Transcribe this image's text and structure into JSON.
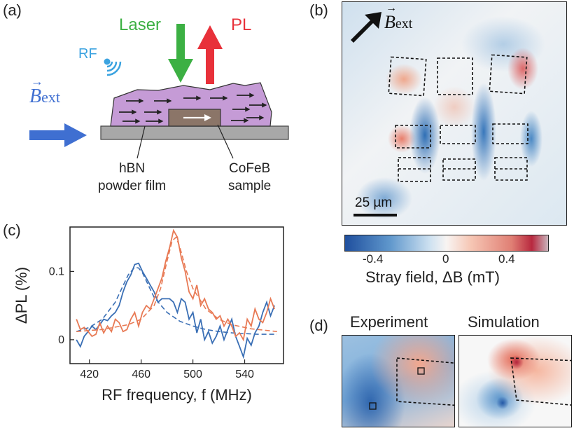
{
  "panels": {
    "a": {
      "label": "(a)",
      "laser": "Laser",
      "pl": "PL",
      "rf": "RF",
      "b_ext": "B",
      "b_ext_sub": "ext",
      "hbn_line1": "hBN",
      "hbn_line2": "powder film",
      "cofeb_line1": "CoFeB",
      "cofeb_line2": "sample",
      "colors": {
        "laser": "#3cb043",
        "pl": "#e8313a",
        "rf": "#3ba3e0",
        "bext": "#3f6fd1",
        "film": "#c59bd6",
        "sample": "#8b7568",
        "substrate": "#a8a8a8"
      }
    },
    "b": {
      "label": "(b)",
      "b_ext": "B",
      "b_ext_sub": "ext",
      "scalebar": "25 µm",
      "colorbar": {
        "ticks": [
          "-0.4",
          "0",
          "0.4"
        ],
        "title": "Stray field, ΔB (mT)"
      }
    },
    "c": {
      "label": "(c)"
    },
    "d": {
      "label": "(d)",
      "experiment": "Experiment",
      "simulation": "Simulation"
    }
  },
  "chart_data": {
    "type": "line",
    "xlabel": "RF frequency, f (MHz)",
    "ylabel": "ΔPL (%)",
    "xlim": [
      405,
      570
    ],
    "ylim": [
      -0.035,
      0.165
    ],
    "xticks": [
      420,
      460,
      500,
      540
    ],
    "yticks": [
      0,
      0.1
    ],
    "ytick_labels": [
      "0",
      "0.1"
    ],
    "series": [
      {
        "color": "#3a6fb5",
        "style": "solid",
        "x": [
          410,
          413,
          416,
          419,
          422,
          425,
          428,
          431,
          434,
          437,
          440,
          443,
          446,
          449,
          452,
          455,
          458,
          461,
          464,
          467,
          470,
          473,
          476,
          479,
          482,
          485,
          488,
          491,
          494,
          497,
          500,
          503,
          506,
          509,
          512,
          515,
          518,
          521,
          524,
          527,
          530,
          533,
          536,
          539,
          542,
          545,
          548,
          551,
          554,
          557,
          560,
          563
        ],
        "y": [
          0.0,
          -0.01,
          0.005,
          0.012,
          0.02,
          0.015,
          0.022,
          0.03,
          0.028,
          0.035,
          0.04,
          0.05,
          0.07,
          0.085,
          0.095,
          0.11,
          0.112,
          0.1,
          0.09,
          0.08,
          0.07,
          0.055,
          0.06,
          0.06,
          0.06,
          0.055,
          0.04,
          0.06,
          0.055,
          0.03,
          0.04,
          0.01,
          0.03,
          0.0,
          0.012,
          -0.005,
          0.005,
          0.02,
          0.0,
          0.015,
          0.03,
          0.005,
          -0.01,
          -0.025,
          0.002,
          -0.008,
          0.01,
          0.02,
          0.04,
          0.055,
          0.035,
          0.05
        ]
      },
      {
        "color": "#3a6fb5",
        "style": "dashed",
        "x": [
          410,
          420,
          430,
          440,
          445,
          450,
          455,
          458,
          461,
          465,
          470,
          480,
          490,
          500,
          510,
          520,
          530,
          540,
          550,
          560,
          565
        ],
        "y": [
          0.012,
          0.018,
          0.03,
          0.055,
          0.075,
          0.095,
          0.106,
          0.105,
          0.098,
          0.082,
          0.062,
          0.04,
          0.027,
          0.02,
          0.015,
          0.012,
          0.01,
          0.009,
          0.008,
          0.008,
          0.008
        ]
      },
      {
        "color": "#e87a55",
        "style": "solid",
        "x": [
          410,
          413,
          416,
          419,
          422,
          425,
          428,
          431,
          434,
          437,
          440,
          443,
          446,
          449,
          452,
          455,
          458,
          461,
          464,
          467,
          470,
          473,
          476,
          479,
          482,
          485,
          488,
          491,
          494,
          497,
          500,
          503,
          506,
          509,
          512,
          515,
          518,
          521,
          524,
          527,
          530,
          533,
          536,
          539,
          542,
          545,
          548,
          551,
          554,
          557,
          560,
          563
        ],
        "y": [
          0.03,
          0.015,
          0.018,
          0.012,
          0.005,
          0.008,
          0.025,
          0.01,
          0.02,
          0.012,
          0.03,
          0.025,
          0.012,
          0.015,
          0.03,
          0.04,
          0.02,
          0.04,
          0.05,
          0.045,
          0.06,
          0.075,
          0.09,
          0.115,
          0.135,
          0.16,
          0.15,
          0.12,
          0.1,
          0.07,
          0.06,
          0.08,
          0.05,
          0.06,
          0.045,
          0.04,
          0.03,
          0.035,
          0.02,
          0.03,
          0.02,
          0.005,
          0.01,
          0.0,
          0.03,
          0.02,
          0.045,
          0.03,
          0.025,
          0.04,
          0.06,
          0.045
        ]
      },
      {
        "color": "#e87a55",
        "style": "dashed",
        "x": [
          410,
          430,
          450,
          460,
          470,
          475,
          480,
          484,
          487,
          490,
          495,
          500,
          510,
          520,
          530,
          545,
          560,
          565
        ],
        "y": [
          0.012,
          0.015,
          0.022,
          0.03,
          0.05,
          0.075,
          0.115,
          0.145,
          0.15,
          0.135,
          0.1,
          0.075,
          0.045,
          0.03,
          0.022,
          0.016,
          0.013,
          0.012
        ]
      }
    ]
  }
}
